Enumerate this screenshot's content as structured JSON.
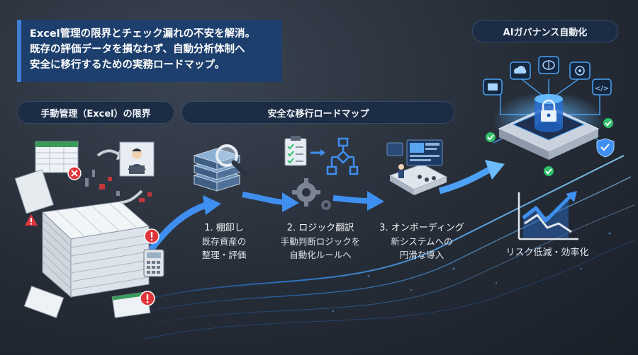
{
  "headline": {
    "lines": [
      "Excel管理の限界とチェック漏れの不安を解消。",
      "既存の評価データを損なわず、自動分析体制へ",
      "安全に移行するための実務ロードマップ。"
    ]
  },
  "labels": {
    "manual": "手動管理（Excel）の限界",
    "roadmap": "安全な移行ロードマップ",
    "ai_governance": "AIガバナンス自動化"
  },
  "steps": [
    {
      "title": "1. 棚卸し",
      "desc": [
        "既存資産の",
        "整理・評価"
      ]
    },
    {
      "title": "2. ロジック翻訳",
      "desc": [
        "手動判断ロジックを",
        "自動化ルールへ"
      ]
    },
    {
      "title": "3. オンボーディング",
      "desc": [
        "新システムへの",
        "円滑な導入"
      ]
    }
  ],
  "result": {
    "label": "リスク低減・効率化"
  },
  "colors": {
    "accent": "#3f8ff0",
    "headline_bg": "#1d3f6e",
    "pill_bg": "#1c2c44",
    "alert": "#e0353a",
    "success": "#2fbf6a"
  },
  "icons": {
    "manual": [
      "spreadsheet-stack-icon",
      "person-laptop-icon",
      "calculator-icon",
      "alert-icon"
    ],
    "steps": [
      "database-magnifier-icon",
      "flowchart-gear-icon",
      "training-presentation-icon"
    ],
    "ai": [
      "secure-server-platform-icon",
      "cloud-icon",
      "brain-icon",
      "code-icon",
      "shield-check-icon"
    ],
    "result": "growth-chart-icon"
  }
}
